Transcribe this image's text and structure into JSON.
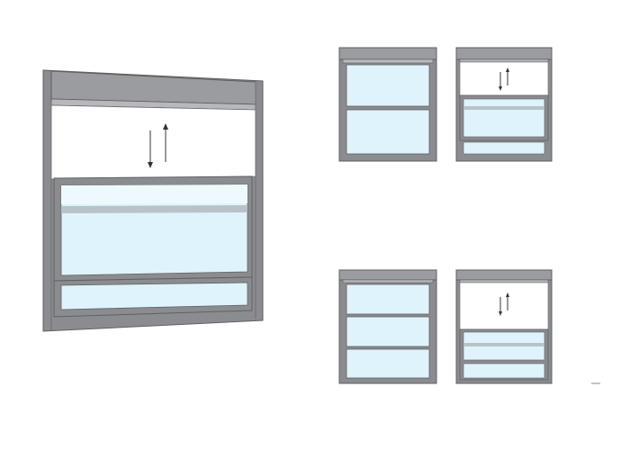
{
  "colors": {
    "frame": "#8a8c8f",
    "frame_dark": "#5f6164",
    "header": "#9a9c9f",
    "glass": "#dff3fc",
    "glass_highlight": "#eef9fe",
    "glass_band": "#b8c3c8",
    "opening": "#ffffff",
    "arrow": "#333333",
    "mark": "#9a9c9f"
  },
  "icons": {
    "motion_arrows": "up-down-arrows-icon"
  },
  "figures": [
    {
      "id": "large-sash-window-open",
      "state": "open",
      "panes": 2
    },
    {
      "id": "small-double-sash-window-closed",
      "state": "closed",
      "panes": 2
    },
    {
      "id": "small-double-sash-window-open",
      "state": "open",
      "panes": 2
    },
    {
      "id": "small-triple-sash-window-closed",
      "state": "closed",
      "panes": 3
    },
    {
      "id": "small-triple-sash-window-open",
      "state": "open",
      "panes": 3
    }
  ]
}
